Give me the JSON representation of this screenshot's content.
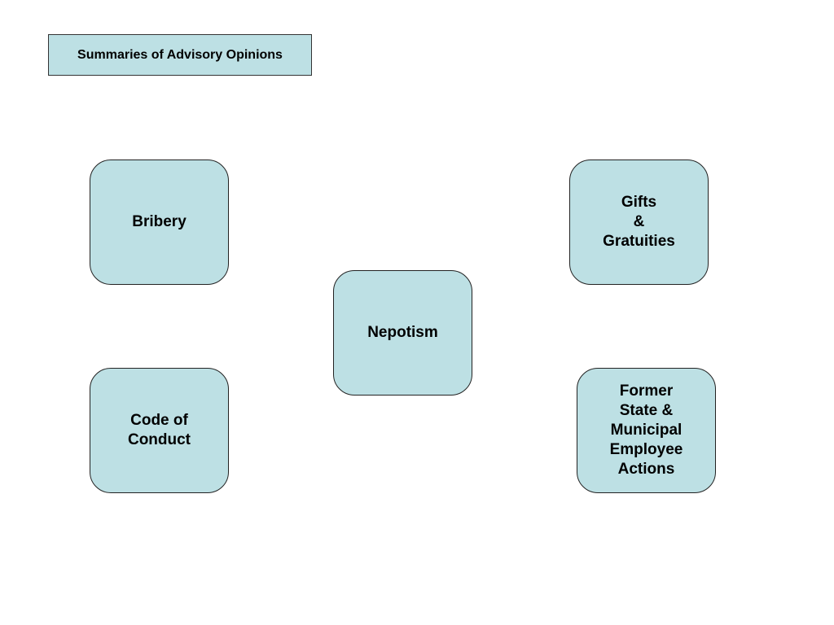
{
  "title": "Summaries of Advisory Opinions",
  "colors": {
    "box_fill": "#bde0e4",
    "box_border": "#222222",
    "background": "#ffffff"
  },
  "nodes": {
    "bribery": {
      "lines": [
        "Bribery"
      ]
    },
    "gifts": {
      "lines": [
        "Gifts",
        "&",
        "Gratuities"
      ]
    },
    "nepotism": {
      "lines": [
        "Nepotism"
      ]
    },
    "code_of_conduct": {
      "lines": [
        "Code of",
        "Conduct"
      ]
    },
    "former_employee": {
      "lines": [
        "Former",
        "State &",
        "Municipal",
        "Employee",
        "Actions"
      ]
    }
  }
}
